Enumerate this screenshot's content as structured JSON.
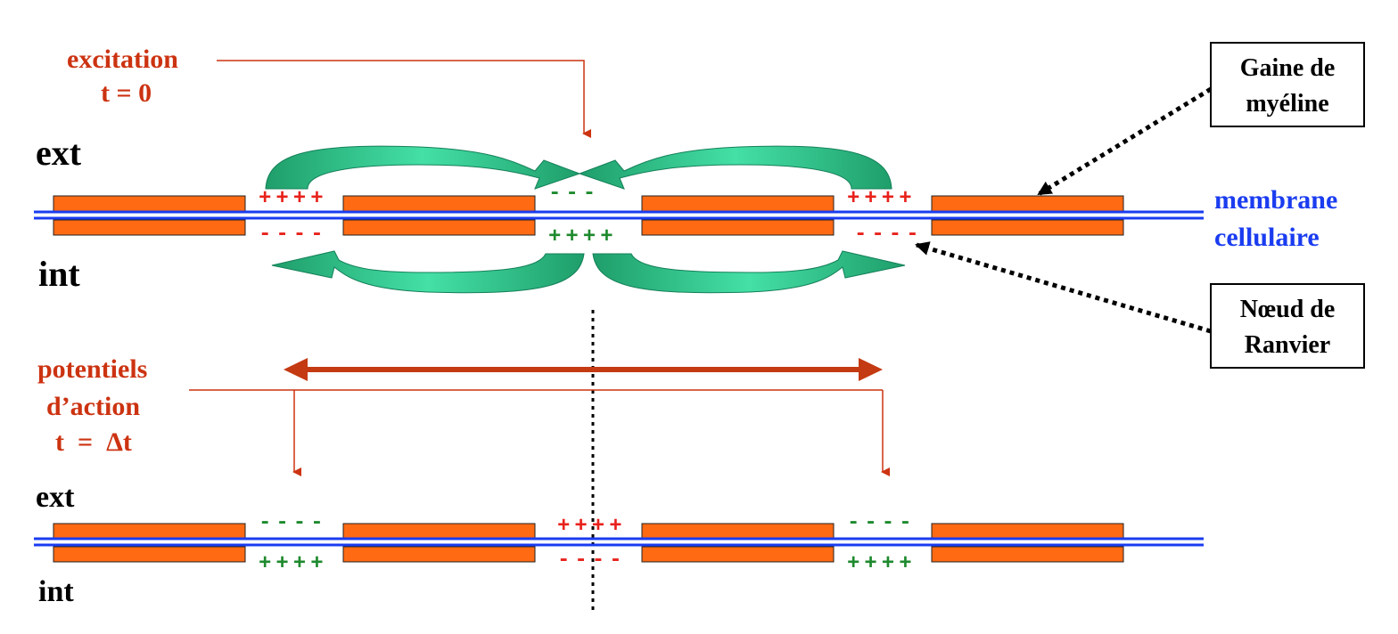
{
  "labels": {
    "excitation": "excitation",
    "t0": "t = 0",
    "ext": "ext",
    "int": "int",
    "potentiels": "potentiels",
    "daction": "d’action",
    "tdelta": "t  =  Δt",
    "membrane": "membrane",
    "cellulaire": "cellulaire"
  },
  "boxes": {
    "gaine_line1": "Gaine de",
    "gaine_line2": "myéline",
    "noeud_line1": "Nœud de",
    "noeud_line2": "Ranvier"
  },
  "signs": {
    "plus": "++++",
    "minus": "----",
    "minus_short": "---"
  },
  "colors": {
    "myelin": "#ff6a13",
    "membrane": "#1a3cf0",
    "label_red": "#cc3311",
    "current_green": "#2fd39a",
    "arrow_dark_red": "#c43a12"
  }
}
